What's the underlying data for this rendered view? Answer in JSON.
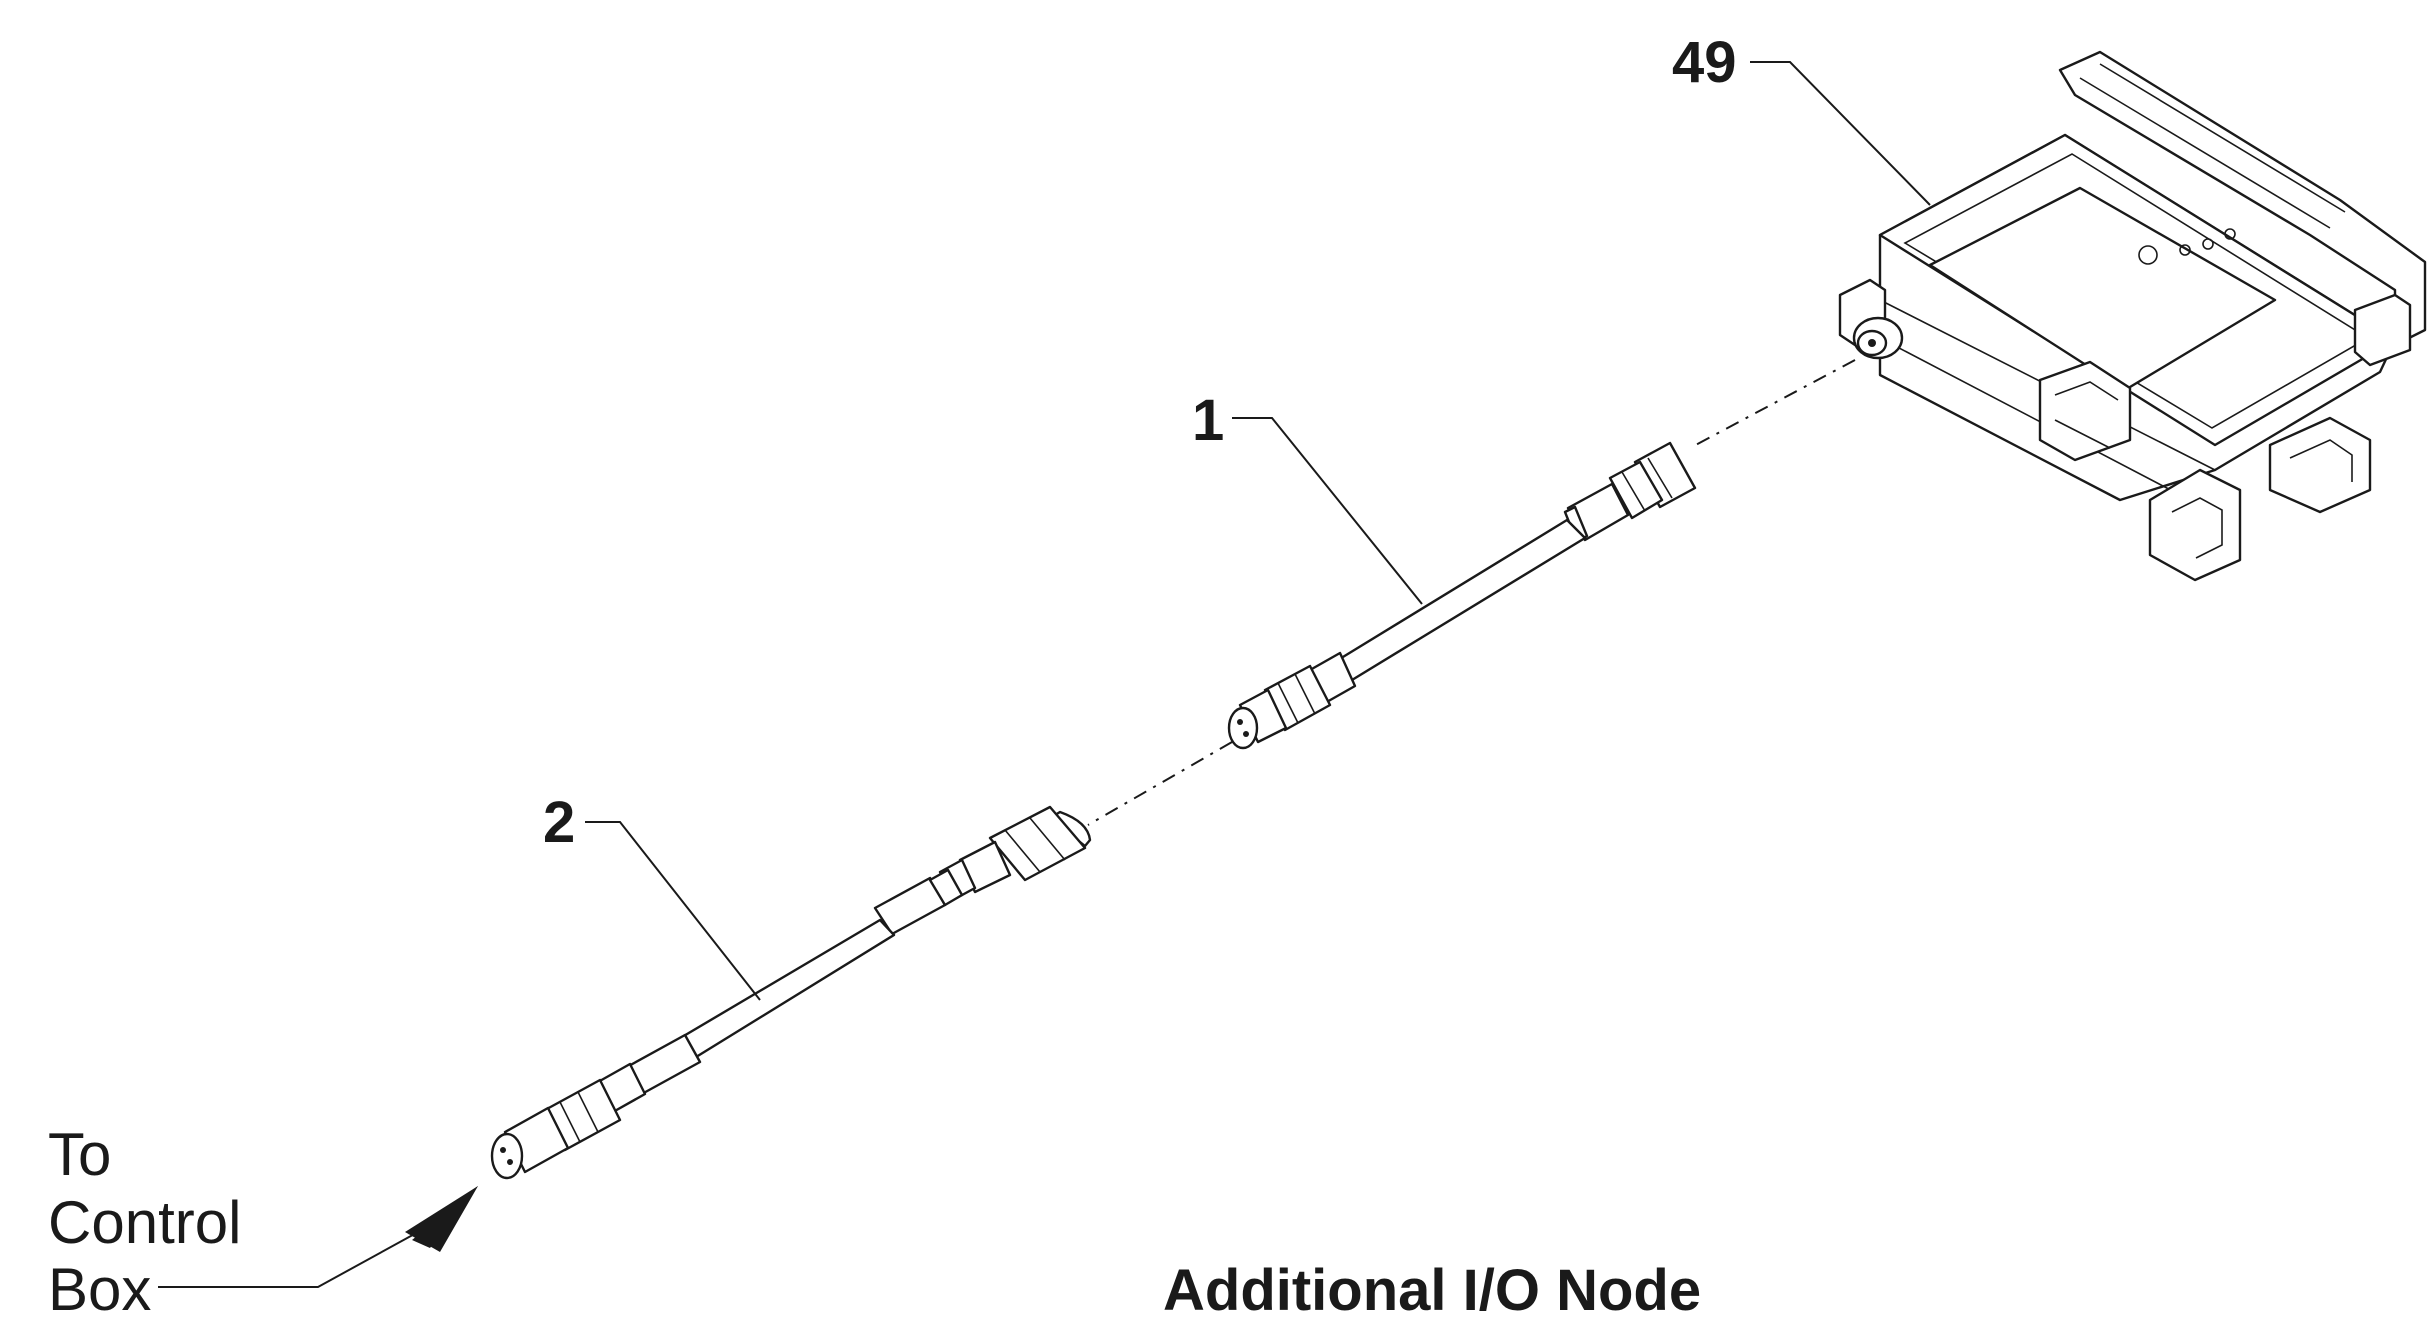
{
  "callouts": {
    "node": "49",
    "cable_1": "1",
    "cable_2": "2"
  },
  "note": {
    "line1": "To",
    "line2": "Control",
    "line3": "Box"
  },
  "title": "Additional I/O Node"
}
